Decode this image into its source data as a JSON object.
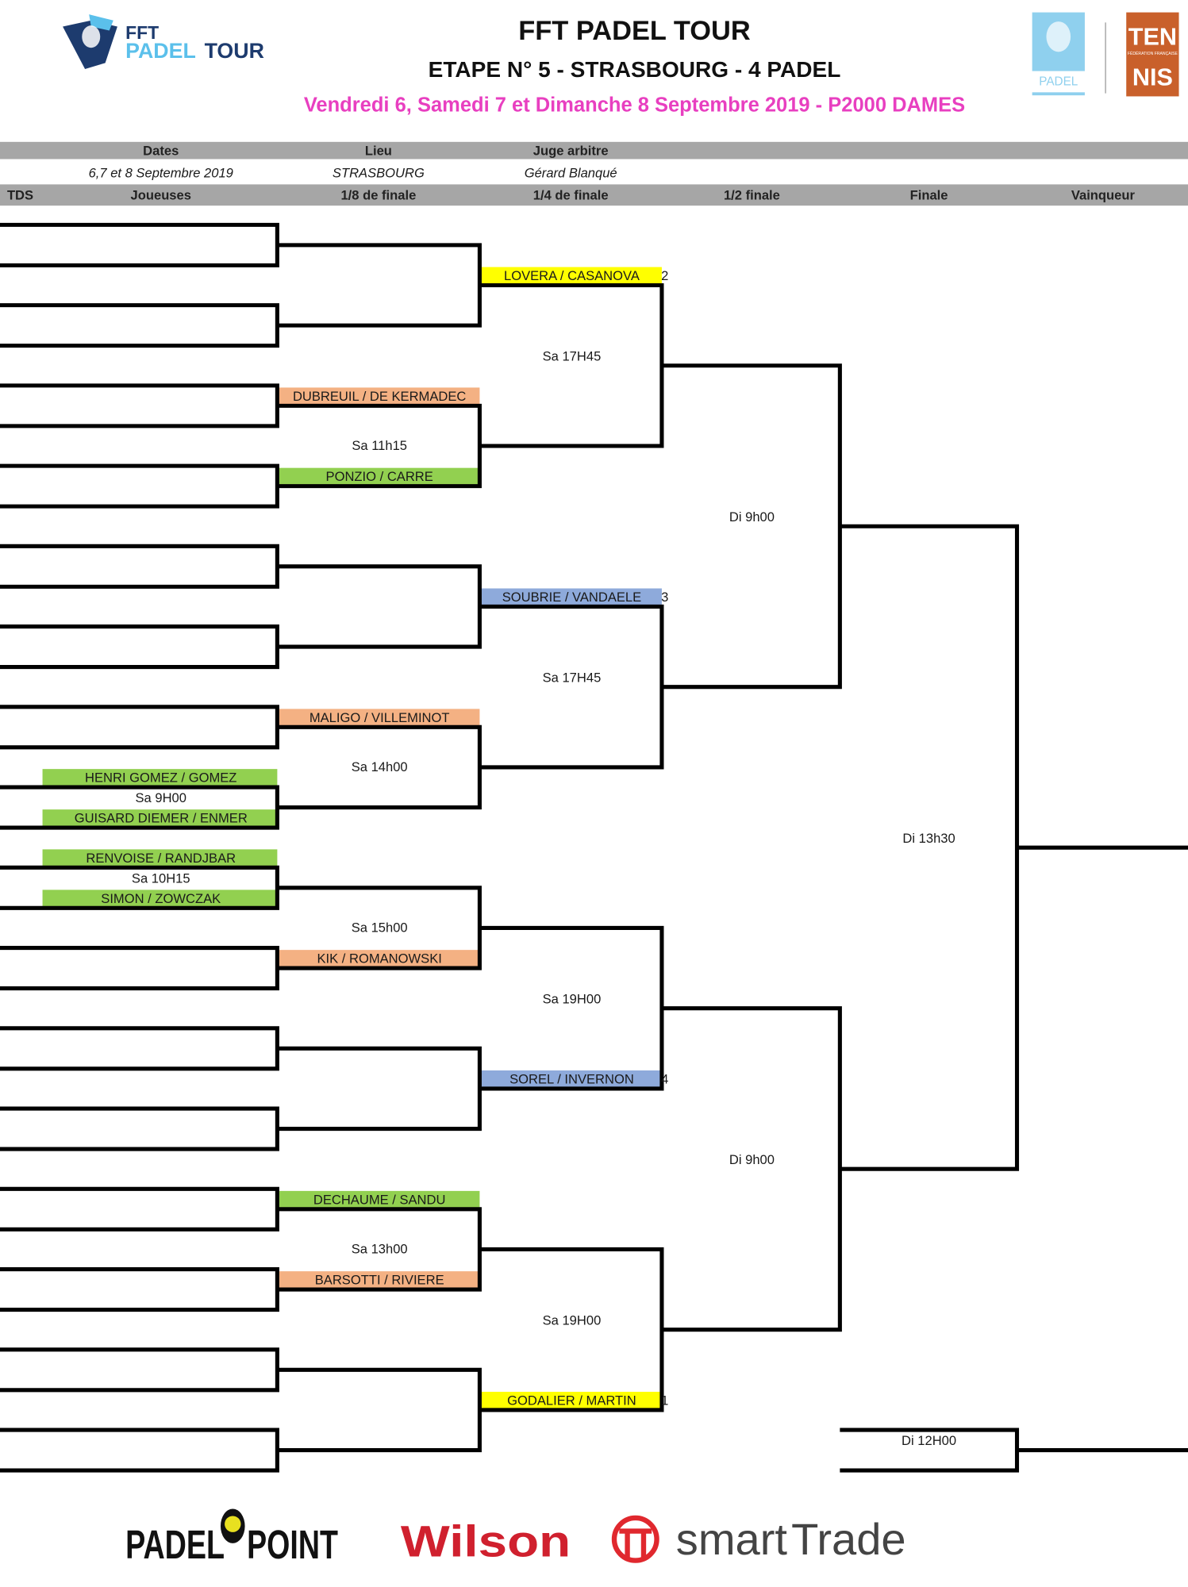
{
  "header": {
    "logo_left_top": "FFT",
    "logo_left_bottom_a": "PADEL",
    "logo_left_bottom_b": "TOUR",
    "title": "FFT PADEL TOUR",
    "subtitle": "ETAPE N° 5 - STRASBOURG - 4 PADEL",
    "dates_line": "Vendredi 6, Samedi 7 et Dimanche 8 Septembre 2019 -  P2000 DAMES",
    "logo_padel": "PADEL",
    "logo_tennis_top": "TEN",
    "logo_tennis_mid": "FÉDÉRATION FRANÇAISE",
    "logo_tennis_bottom": "NIS"
  },
  "info": {
    "dates_label": "Dates",
    "lieu_label": "Lieu",
    "juge_label": "Juge arbitre",
    "dates_value": "6,7 et 8 Septembre 2019",
    "lieu_value": "STRASBOURG",
    "juge_value": "Gérard Blanqué"
  },
  "columns": [
    "TDS",
    "Joueuses",
    "1/8 de finale",
    "1/4 de finale",
    "1/2 finale",
    "Finale",
    "Vainqueur"
  ],
  "colors": {
    "yellow": "#ffff00",
    "orange": "#f4b183",
    "green": "#92d050",
    "blue": "#8eaadb",
    "header_gray": "#a6a6a6",
    "pink": "#e83fc0"
  },
  "prelims": [
    {
      "slot": 7,
      "top": "HENRI GOMEZ / GOMEZ",
      "bottom": "GUISARD DIEMER / ENMER",
      "time": "Sa 9H00"
    },
    {
      "slot": 8,
      "top": "RENVOISE / RANDJBAR",
      "bottom": "SIMON / ZOWCZAK",
      "time": "Sa 10H15"
    }
  ],
  "r16_entries": [
    {
      "slot": 2,
      "name": "DUBREUIL / DE KERMADEC",
      "color": "orange"
    },
    {
      "slot": 3,
      "name": "PONZIO / CARRE",
      "color": "green"
    },
    {
      "slot": 6,
      "name": "MALIGO / VILLEMINOT",
      "color": "orange"
    },
    {
      "slot": 9,
      "name": "KIK / ROMANOWSKI",
      "color": "orange"
    },
    {
      "slot": 12,
      "name": "DECHAUME / SANDU",
      "color": "green"
    },
    {
      "slot": 13,
      "name": "BARSOTTI / RIVIERE",
      "color": "orange"
    }
  ],
  "r16_times": [
    {
      "match": 1,
      "time": "Sa 11h15"
    },
    {
      "match": 3,
      "time": "Sa 14h00"
    },
    {
      "match": 4,
      "time": "Sa 15h00"
    },
    {
      "match": 6,
      "time": "Sa 13h00"
    }
  ],
  "qf_entries": [
    {
      "slot": 0,
      "name": "LOVERA / CASANOVA",
      "color": "yellow",
      "seed": "2"
    },
    {
      "slot": 2,
      "name": "SOUBRIE / VANDAELE",
      "color": "blue",
      "seed": "3"
    },
    {
      "slot": 5,
      "name": "SOREL / INVERNON",
      "color": "blue",
      "seed": "4"
    },
    {
      "slot": 7,
      "name": "GODALIER / MARTIN",
      "color": "yellow",
      "seed": "1"
    }
  ],
  "qf_times": [
    "Sa 17H45",
    "Sa 17H45",
    "Sa 19H00",
    "Sa 19H00"
  ],
  "sf_times": [
    "Di 9h00",
    "Di 9h00"
  ],
  "final_time": "Di 13h30",
  "third_place_time": "Di 12H00",
  "sponsors": {
    "padelpoint_a": "PADEL",
    "padelpoint_b": "POINT",
    "wilson": "Wilson",
    "smarttrade_a": "smart",
    "smarttrade_b": "Trade"
  }
}
